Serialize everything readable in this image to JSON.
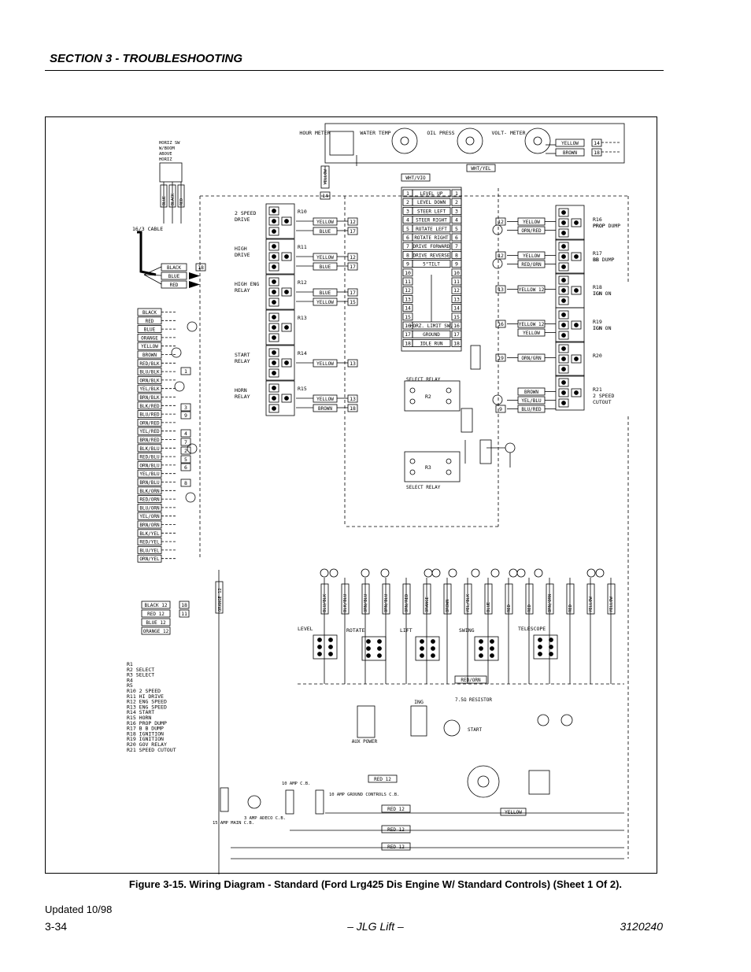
{
  "header": {
    "section_title": "SECTION 3 - TROUBLESHOOTING"
  },
  "figure": {
    "caption": "Figure 3-15.  Wiring Diagram - Standard (Ford Lrg425 Dis Engine W/ Standard Controls) (Sheet 1 Of 2).",
    "gauges": [
      {
        "label": "HOUR METER"
      },
      {
        "label": "WATER TEMP"
      },
      {
        "label": "OIL PRESS"
      },
      {
        "label": "VOLT- METER"
      }
    ],
    "top_wires": [
      {
        "color": "YELLOW",
        "num": "14"
      },
      {
        "color": "BROWN",
        "num": "18"
      },
      {
        "color": "WHT/YEL"
      },
      {
        "color": "WHT/VIO"
      }
    ],
    "horiz_switch": {
      "label": "HORIZ SW W/BOOM ABOVE HORIZ",
      "wires": [
        "BLUE",
        "BLACK",
        "RED"
      ],
      "cable": "16/3 CABLE"
    },
    "terminal_strip": [
      {
        "n": "1",
        "label": "LEVEL UP"
      },
      {
        "n": "2",
        "label": "LEVEL DOWN"
      },
      {
        "n": "3",
        "label": "STEER LEFT"
      },
      {
        "n": "4",
        "label": "STEER RIGHT"
      },
      {
        "n": "5",
        "label": "ROTATE LEFT"
      },
      {
        "n": "6",
        "label": "ROTATE RIGHT"
      },
      {
        "n": "7",
        "label": "DRIVE FORWARD"
      },
      {
        "n": "8",
        "label": "DRIVE REVERSE"
      },
      {
        "n": "9",
        "label": "5°TILT"
      },
      {
        "n": "10",
        "label": ""
      },
      {
        "n": "11",
        "label": ""
      },
      {
        "n": "12",
        "label": ""
      },
      {
        "n": "13",
        "label": ""
      },
      {
        "n": "14",
        "label": ""
      },
      {
        "n": "15",
        "label": ""
      },
      {
        "n": "16",
        "label": "HORZ. LIMIT SW."
      },
      {
        "n": "17",
        "label": "GROUND"
      },
      {
        "n": "18",
        "label": "IDLE RUN"
      }
    ],
    "left_relays": [
      {
        "id": "R10",
        "label": "2 SPEED DRIVE",
        "wires": [
          {
            "c": "YELLOW",
            "n": "12"
          },
          {
            "c": "BLUE",
            "n": "17"
          }
        ]
      },
      {
        "id": "R11",
        "label": "HIGH DRIVE",
        "wires": [
          {
            "c": "YELLOW",
            "n": "12"
          },
          {
            "c": "BLUE",
            "n": "17"
          }
        ]
      },
      {
        "id": "R12",
        "label": "HIGH ENG RELAY",
        "wires": [
          {
            "c": "BLUE",
            "n": "17"
          },
          {
            "c": "YELLOW",
            "n": "15"
          }
        ]
      },
      {
        "id": "R13",
        "label": "",
        "wires": []
      },
      {
        "id": "R14",
        "label": "START RELAY",
        "wires": [
          {
            "c": "YELLOW",
            "n": "13"
          }
        ]
      },
      {
        "id": "R15",
        "label": "HORN RELAY",
        "wires": [
          {
            "c": "YELLOW",
            "n": "13"
          },
          {
            "c": "BROWN",
            "n": "18"
          }
        ]
      }
    ],
    "right_relays": [
      {
        "id": "R16",
        "label": "PROP DUMP",
        "wires": [
          {
            "c": "YELLOW",
            "n": "12"
          },
          {
            "c": "ORN/RED",
            "n": "R9"
          }
        ]
      },
      {
        "id": "R17",
        "label": "BB DUMP",
        "wires": [
          {
            "c": "YELLOW",
            "n": "12"
          },
          {
            "c": "RED/ORN",
            "n": "R3"
          }
        ]
      },
      {
        "id": "R18",
        "label": "IGN ON",
        "wires": [
          {
            "c": "YELLOW 12",
            "n": "13"
          }
        ]
      },
      {
        "id": "R19",
        "label": "IGN ON",
        "wires": [
          {
            "c": "YELLOW 12",
            "n": "16"
          },
          {
            "c": "YELLOW",
            "n": ""
          }
        ]
      },
      {
        "id": "R20",
        "label": "",
        "wires": [
          {
            "c": "ORN/GRN",
            "n": "19"
          }
        ]
      },
      {
        "id": "R21",
        "label": "2 SPEED CUTOUT",
        "wires": [
          {
            "c": "BROWN",
            "n": ""
          },
          {
            "c": "YEL/BLU",
            "n": "R10"
          },
          {
            "c": "BLU/RED",
            "n": "9"
          }
        ]
      }
    ],
    "left_wire_list": [
      "BLACK",
      "RED",
      "BLUE",
      "ORANGE",
      "YELLOW",
      "BROWN",
      "RED/BLK",
      "BLU/BLK",
      "ORN/BLK",
      "YEL/BLK",
      "BRN/BLK",
      "BLK/RED",
      "BLU/RED",
      "ORN/RED",
      "YEL/RED",
      "BRN/RED",
      "BLK/BLU",
      "RED/BLU",
      "ORN/BLU",
      "YEL/BLU",
      "BRN/BLU",
      "BLK/ORN",
      "RED/ORN",
      "BLU/ORN",
      "YEL/ORN",
      "BRN/ORN",
      "BLK/YEL",
      "RED/YEL",
      "BLU/YEL",
      "ORN/YEL"
    ],
    "select_relays": [
      {
        "label": "SELECT RELAY",
        "id": "R2"
      },
      {
        "label": "SELECT RELAY",
        "id": "R3"
      }
    ],
    "cable_wires": [
      {
        "c": "BLACK 12",
        "n": "18"
      },
      {
        "c": "RED 12",
        "n": "11"
      },
      {
        "c": "BLUE 12",
        "n": ""
      },
      {
        "c": "ORANGE 12",
        "n": ""
      }
    ],
    "legend": [
      "R1",
      "R2   SELECT",
      "R3   SELECT",
      "R4",
      "R5",
      "R10  2 SPEED",
      "R11  HI DRIVE",
      "R12  ENG SPEED",
      "R13  ENG SPEED",
      "R14  START",
      "R15  HORN",
      "R16  PROP DUMP",
      "R17  B B DUMP",
      "R18  IGNITION",
      "R19  IGNITION",
      "R20  GOV RELAY",
      "R21  SPEED CUTOUT"
    ],
    "valves": [
      "LEVEL",
      "ROTATE",
      "LIFT",
      "SWING",
      "TELESCOPE"
    ],
    "bottom": {
      "aux_power": "AUX POWER",
      "ing": "ING",
      "resistor": "7.5Ω RESISTOR",
      "start": "START",
      "cb15": "15 AMP MAIN C.B.",
      "cb3": "3 AMP ADECO C.B.",
      "cb10": "10 AMP C.B.",
      "cb10g": "10 AMP GROUND CONTROLS C.B.",
      "wire_red12": "RED 12",
      "wire_yellow": "YELLOW",
      "wire_rbo": "RED/ORN"
    }
  },
  "footer": {
    "updated": "Updated 10/98",
    "page": "3-34",
    "brand": "– JLG Lift –",
    "doc_number": "3120240"
  }
}
